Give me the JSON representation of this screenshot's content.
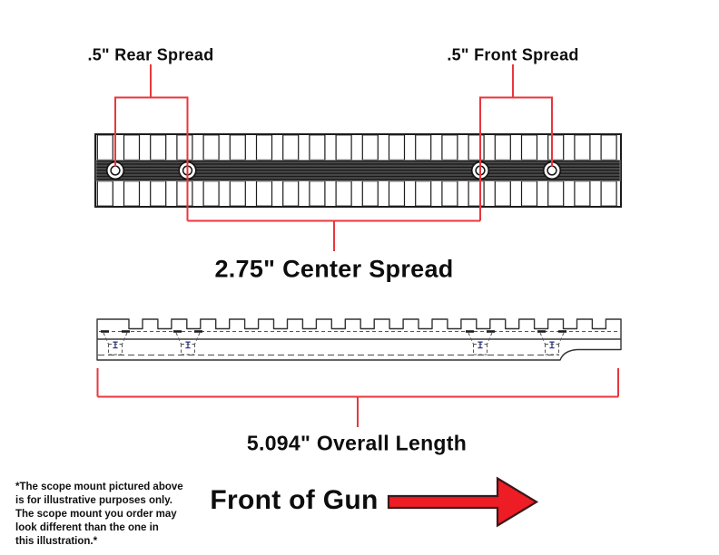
{
  "labels": {
    "rear_spread": ".5\" Rear Spread",
    "front_spread": ".5\" Front Spread",
    "center_spread": "2.75\" Center Spread",
    "overall_length": "5.094\" Overall Length",
    "front_of_gun": "Front of Gun"
  },
  "measurements": {
    "rear_spread_inches": 0.5,
    "front_spread_inches": 0.5,
    "center_spread_inches": 2.75,
    "overall_length_inches": 5.094
  },
  "disclaimer": {
    "lines": [
      "*The scope mount pictured above",
      "is for illustrative purposes only.",
      "The scope mount you order may",
      "look different than the one in",
      "this illustration.*"
    ]
  },
  "colors": {
    "dimension_red": "#e8373d",
    "arrow_red": "#ee1c24",
    "arrow_outline": "#3b181b",
    "drawing_line": "#333333",
    "rail_band_dark": "#4a4a4a",
    "hole_mark_blue": "#333a8c",
    "text_black": "#0d0d0d"
  }
}
